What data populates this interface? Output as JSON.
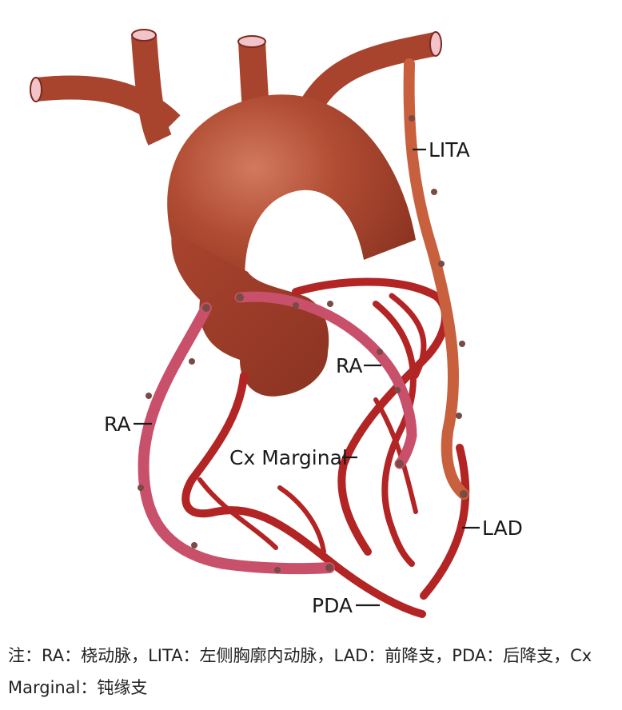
{
  "labels": {
    "lita": "LITA",
    "ra_left": "RA",
    "ra_right": "RA",
    "cx_marginal": "Cx Marginal",
    "lad": "LAD",
    "pda": "PDA"
  },
  "caption": "注：RA：桡动脉，LITA：左侧胸廓内动脉，LAD：前降支，PDA：后降支，Cx Marginal：钝缘支",
  "colors": {
    "aorta": "#a8442e",
    "lita_graft": "#c8603e",
    "radial_graft": "#c9506a",
    "coronary": "#b32424",
    "suture": "#7a4a44"
  }
}
